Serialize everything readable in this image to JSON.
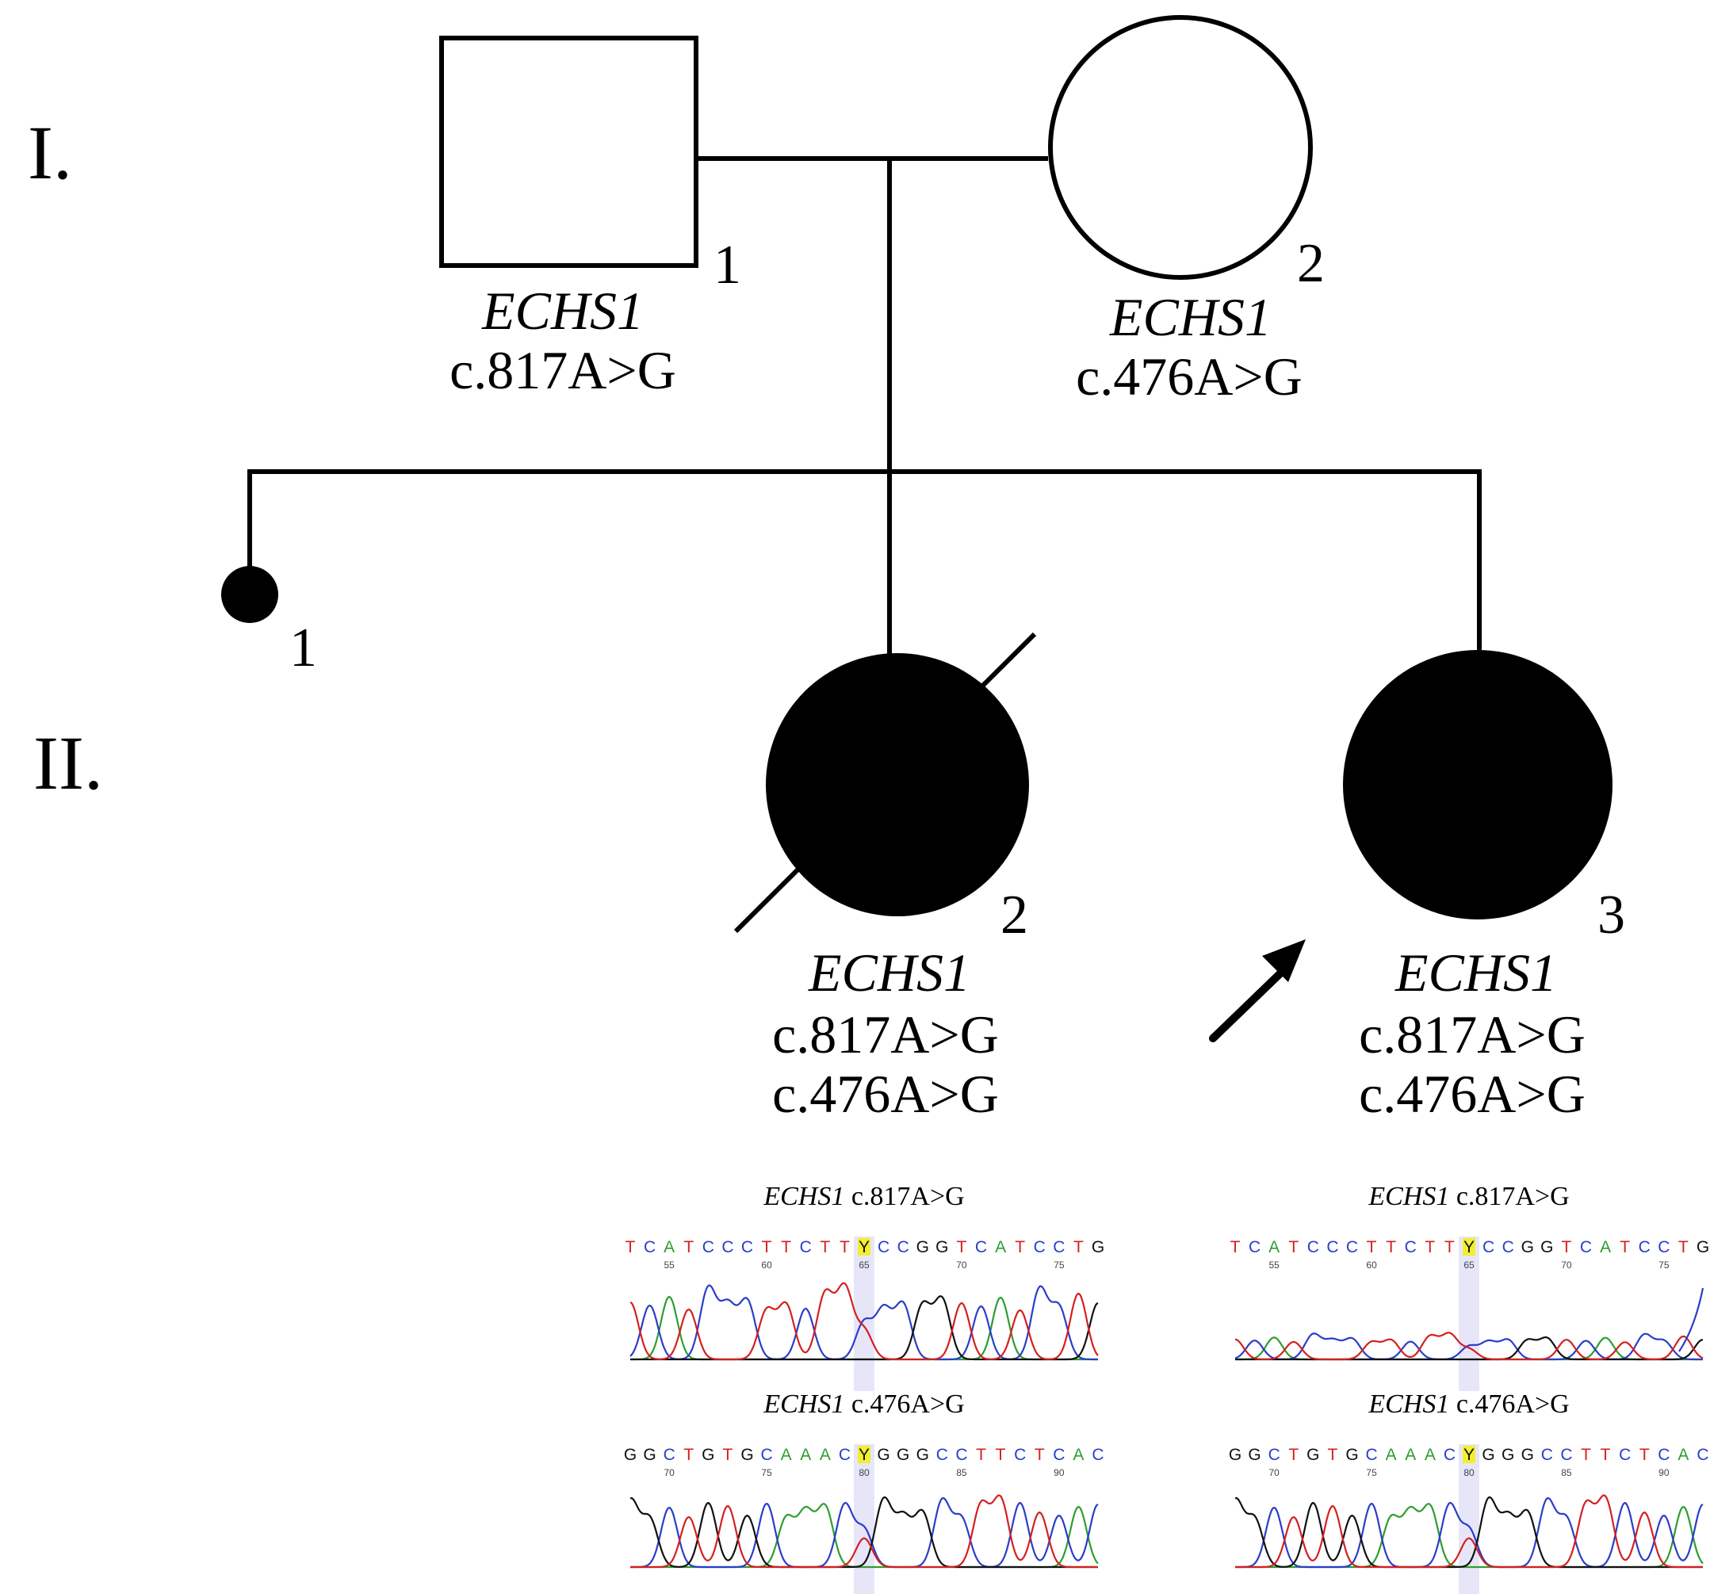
{
  "generations": [
    "I.",
    "II."
  ],
  "gene_symbol": "ECHS1",
  "individuals": {
    "I1": {
      "number": "1",
      "sex": "male",
      "affected": false,
      "variants": [
        "c.817A>G"
      ]
    },
    "I2": {
      "number": "2",
      "sex": "female",
      "affected": false,
      "variants": [
        "c.476A>G"
      ]
    },
    "II1": {
      "number": "1",
      "sex": "unknown",
      "affected": true,
      "pregnancy_loss": true,
      "variants": []
    },
    "II2": {
      "number": "2",
      "sex": "female",
      "affected": true,
      "deceased": true,
      "variants": [
        "c.817A>G",
        "c.476A>G"
      ]
    },
    "II3": {
      "number": "3",
      "sex": "female",
      "affected": true,
      "proband": true,
      "variants": [
        "c.817A>G",
        "c.476A>G"
      ]
    }
  },
  "chromatograms": [
    {
      "title_gene": "ECHS1",
      "title_variant": "c.817A>G",
      "sequence": "TCATCCCTTCTTYCCGGTCATCCTG",
      "positions": [
        "55",
        "60",
        "65",
        "70",
        "75"
      ],
      "highlight_index": 12
    },
    {
      "title_gene": "ECHS1",
      "title_variant": "c.817A>G",
      "sequence": "TCATCCCTTCTTYCCGGTCATCCTG",
      "positions": [
        "55",
        "60",
        "65",
        "70",
        "75"
      ],
      "highlight_index": 12
    },
    {
      "title_gene": "ECHS1",
      "title_variant": "c.476A>G",
      "sequence": "GGCTGTGCAAACYGGGCCTTCTCAC",
      "positions": [
        "70",
        "75",
        "80",
        "85",
        "90"
      ],
      "highlight_index": 12
    },
    {
      "title_gene": "ECHS1",
      "title_variant": "c.476A>G",
      "sequence": "GGCTGTGCAAACYGGGCCTTCTCAC",
      "positions": [
        "70",
        "75",
        "80",
        "85",
        "90"
      ],
      "highlight_index": 12
    }
  ],
  "colors": {
    "A": "#2e9e2e",
    "C": "#2a3dc9",
    "G": "#111111",
    "T": "#d42020",
    "Y": "#111111",
    "highlight": "#e6e6f8",
    "Y_bg": "#f2ee30"
  }
}
